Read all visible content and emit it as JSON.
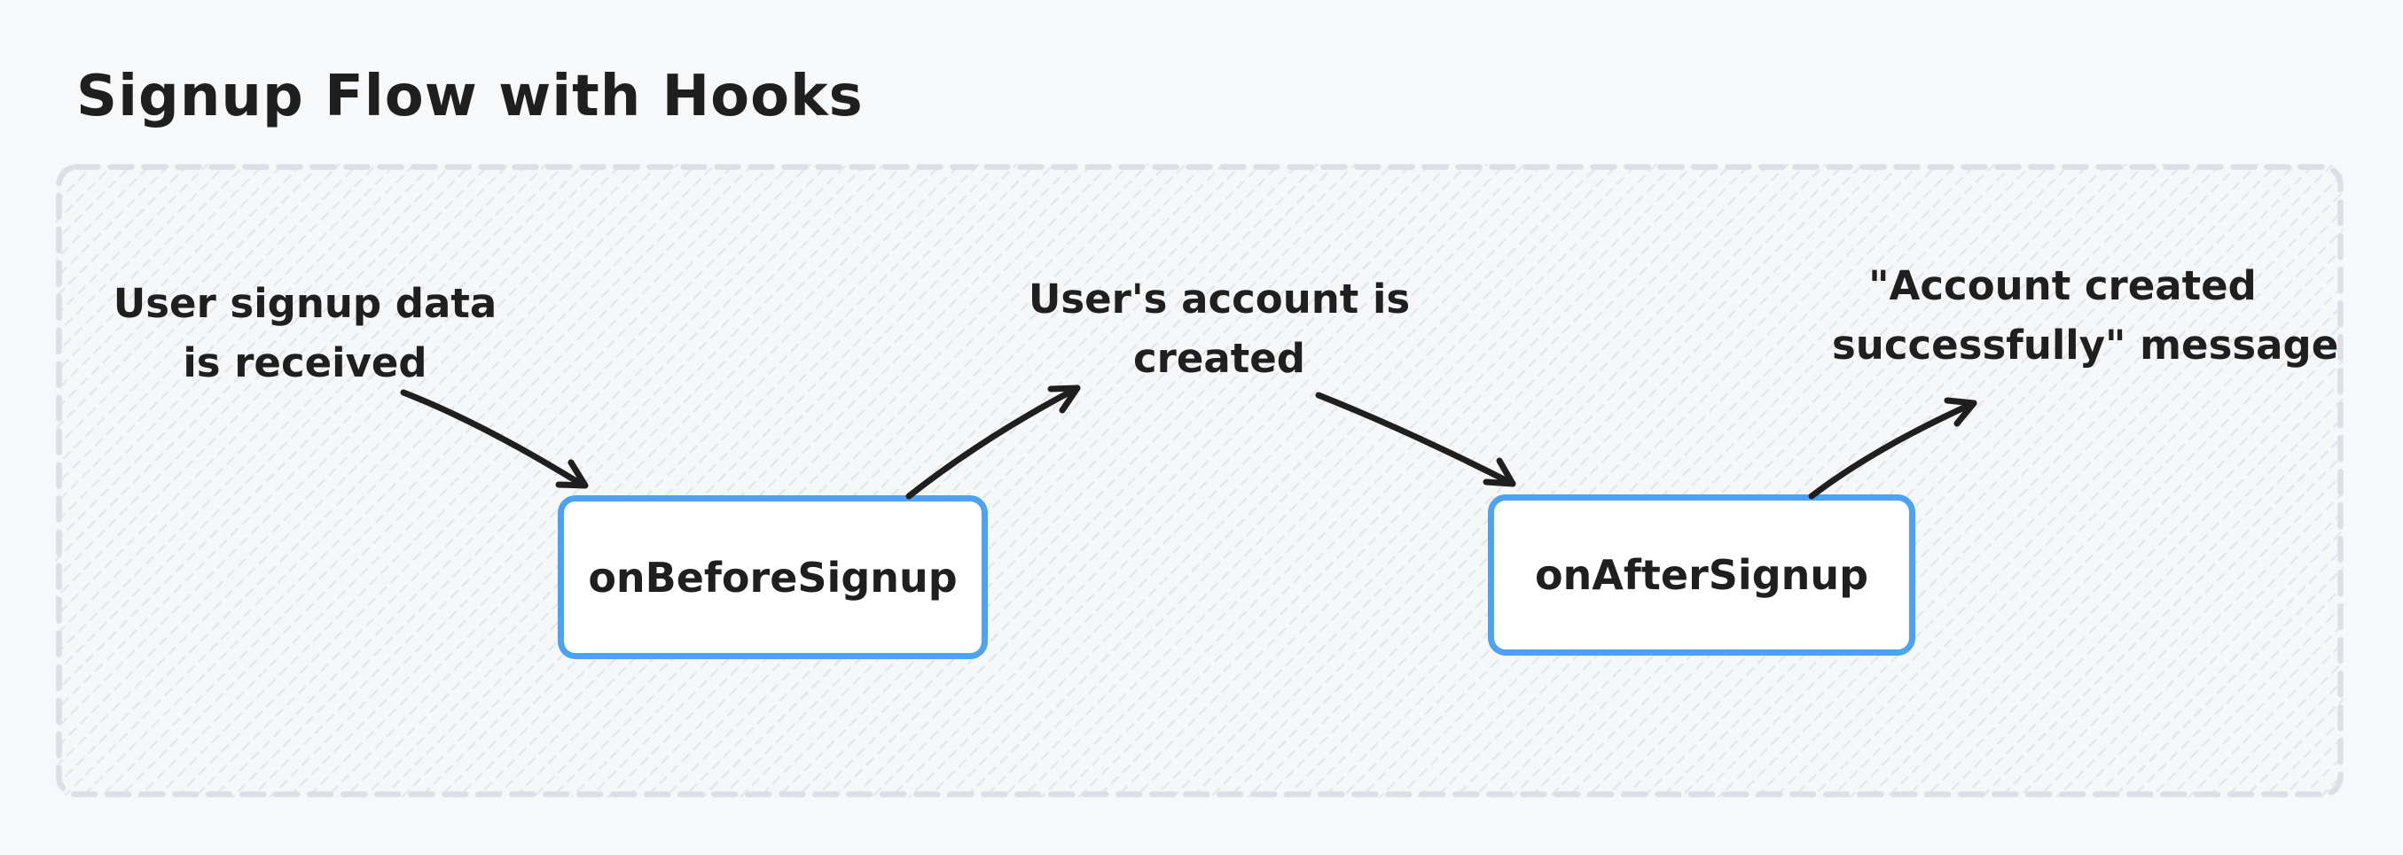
{
  "title": "Signup Flow with Hooks",
  "colors": {
    "ink": "#1f1f1f",
    "accent_blue": "#4da2f4",
    "canvas_bg": "#f7f8fa",
    "frame_bg": "#f6f7f9",
    "frame_border": "#dcdfe6",
    "node_bg": "#ffffff"
  },
  "nodes": [
    {
      "id": "onBeforeSignup",
      "label": "onBeforeSignup"
    },
    {
      "id": "onAfterSignup",
      "label": "onAfterSignup"
    }
  ],
  "annotations": [
    {
      "id": "signup-data",
      "lines": [
        "User signup data",
        "is received"
      ]
    },
    {
      "id": "account-created",
      "lines": [
        "User's account is",
        "created"
      ]
    },
    {
      "id": "success-message",
      "lines": [
        "\"Account created",
        "successfully\" message"
      ]
    }
  ],
  "edges": [
    {
      "from": "User signup data is received",
      "to": "onBeforeSignup"
    },
    {
      "from": "onBeforeSignup",
      "to": "User's account is created"
    },
    {
      "from": "User's account is created",
      "to": "onAfterSignup"
    },
    {
      "from": "onAfterSignup",
      "to": "\"Account created successfully\" message"
    }
  ]
}
